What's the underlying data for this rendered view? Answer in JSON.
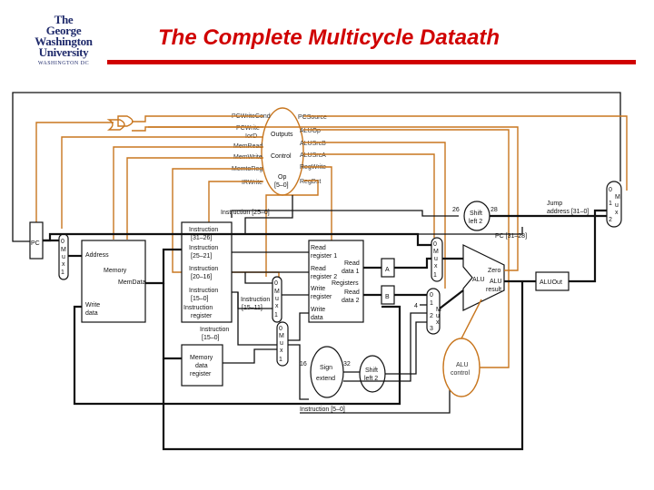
{
  "header": {
    "title": "The Complete Multicycle Dataath",
    "logo": {
      "line1": "The",
      "line2": "George",
      "line3": "Washington",
      "line4": "University",
      "line5": "WASHINGTON DC"
    }
  },
  "control": {
    "signals_left": [
      "PCWriteCond",
      "PCWrite",
      "IorD",
      "MemRead",
      "MemWrite",
      "MemtoReg",
      "IRWrite"
    ],
    "signals_right": [
      "PCSource",
      "ALUOp",
      "ALUSrcB",
      "ALUSrcA",
      "RegWrite",
      "RegDst"
    ],
    "outputs_label": "Outputs",
    "control_label": "Control",
    "op_label": "Op",
    "op_bits": "[5–0]"
  },
  "datapath": {
    "pc": "PC",
    "memory": {
      "address": "Address",
      "title": "Memory",
      "memdata": "MemData",
      "writedata_1": "Write",
      "writedata_2": "data"
    },
    "ir": {
      "instr_31_26": [
        "Instruction",
        "[31–26]"
      ],
      "instr_25_21": [
        "Instruction",
        "[25–21]"
      ],
      "instr_20_16": [
        "Instruction",
        "[20–16]"
      ],
      "instr_15_0": [
        "Instruction",
        "[15–0]"
      ],
      "reg_label": [
        "Instruction",
        "register"
      ]
    },
    "instr_15_0b": [
      "Instruction",
      "[15–0]"
    ],
    "instr_15_11": [
      "Instruction",
      "[15–11]"
    ],
    "instr_25_0": "Instruction [25–0]",
    "instr_5_0": "Instruction [5–0]",
    "mdr": [
      "Memory",
      "data",
      "register"
    ],
    "registers": {
      "rr1": [
        "Read",
        "register 1"
      ],
      "rr2": [
        "Read",
        "register 2"
      ],
      "wr": [
        "Write",
        "register"
      ],
      "wd": [
        "Write",
        "data"
      ],
      "title": "Registers",
      "rd1": [
        "Read",
        "data 1"
      ],
      "rd2": [
        "Read",
        "data 2"
      ]
    },
    "sign_extend": [
      "Sign",
      "extend"
    ],
    "shift_left": [
      "Shift",
      "left 2"
    ],
    "shift_left_top": [
      "Shift",
      "left 2"
    ],
    "bits_16": "16",
    "bits_32": "32",
    "bits_26": "26",
    "bits_28": "28",
    "pc_31_28": "PC [31–28]",
    "jump_addr": [
      "Jump",
      "address [31–0]"
    ],
    "alu": {
      "label": "ALU",
      "zero": "Zero",
      "result": [
        "ALU",
        "result"
      ]
    },
    "aluout": "ALUOut",
    "alu_control": [
      "ALU",
      "control"
    ],
    "consts": {
      "four": "4"
    },
    "a_reg": "A",
    "b_reg": "B",
    "mux_letters": [
      "M",
      "u",
      "x"
    ],
    "mux_nums": {
      "zero": "0",
      "one": "1",
      "two": "2",
      "three": "3"
    }
  }
}
